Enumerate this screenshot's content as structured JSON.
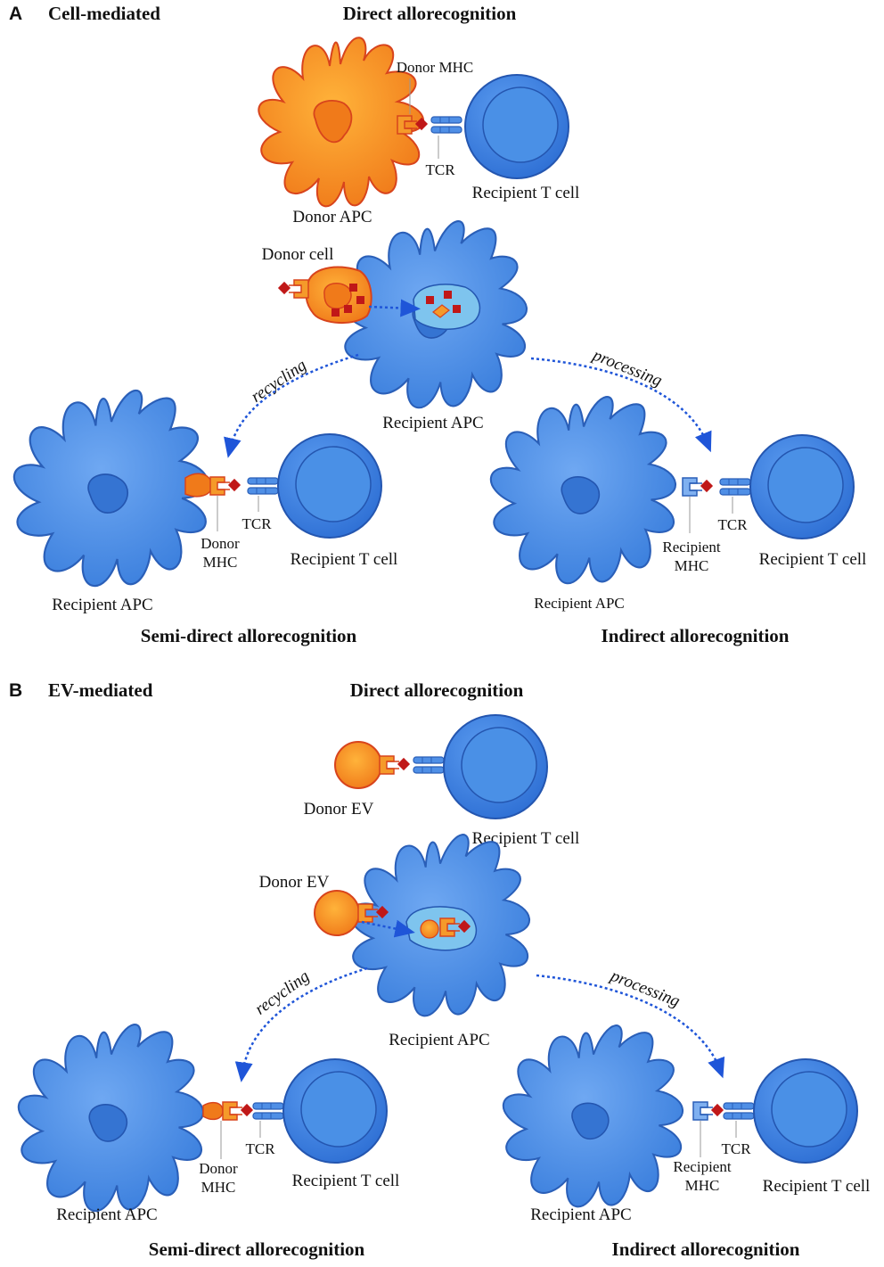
{
  "panel_a": {
    "letter": "A",
    "title": "Cell-mediated",
    "direct": {
      "title": "Direct allorecognition",
      "donor_mhc": "Donor MHC",
      "tcr": "TCR",
      "donor_apc": "Donor APC",
      "recipient_t_cell": "Recipient T cell"
    },
    "uptake": {
      "donor_cell": "Donor cell",
      "recipient_apc": "Recipient APC",
      "recycling": "recycling",
      "processing": "processing"
    },
    "semi_direct": {
      "title": "Semi-direct allorecognition",
      "mhc_line1": "Donor",
      "mhc_line2": "MHC",
      "tcr": "TCR",
      "recipient_t_cell": "Recipient T cell",
      "recipient_apc": "Recipient APC"
    },
    "indirect": {
      "title": "Indirect allorecognition",
      "mhc_line1": "Recipient",
      "mhc_line2": "MHC",
      "tcr": "TCR",
      "recipient_t_cell": "Recipient T cell",
      "recipient_apc": "Recipient APC"
    }
  },
  "panel_b": {
    "letter": "B",
    "title": "EV-mediated",
    "direct": {
      "title": "Direct allorecognition",
      "donor_ev": "Donor EV",
      "recipient_t_cell": "Recipient T cell"
    },
    "uptake": {
      "donor_ev": "Donor EV",
      "recipient_apc": "Recipient APC",
      "recycling": "recycling",
      "processing": "processing"
    },
    "semi_direct": {
      "title": "Semi-direct allorecognition",
      "mhc_line1": "Donor",
      "mhc_line2": "MHC",
      "tcr": "TCR",
      "recipient_t_cell": "Recipient T cell",
      "recipient_apc": "Recipient APC"
    },
    "indirect": {
      "title": "Indirect allorecognition",
      "mhc_line1": "Recipient",
      "mhc_line2": "MHC",
      "tcr": "TCR",
      "recipient_t_cell": "Recipient T cell",
      "recipient_apc": "Recipient APC"
    }
  },
  "colors": {
    "recipient_blue": "#3d85e0",
    "recipient_outline": "#2a5fb8",
    "donor_orange": "#f39a1e",
    "donor_outline": "#d8441c",
    "antigen_red": "#c01818",
    "arrow_blue": "#1f55d8"
  }
}
